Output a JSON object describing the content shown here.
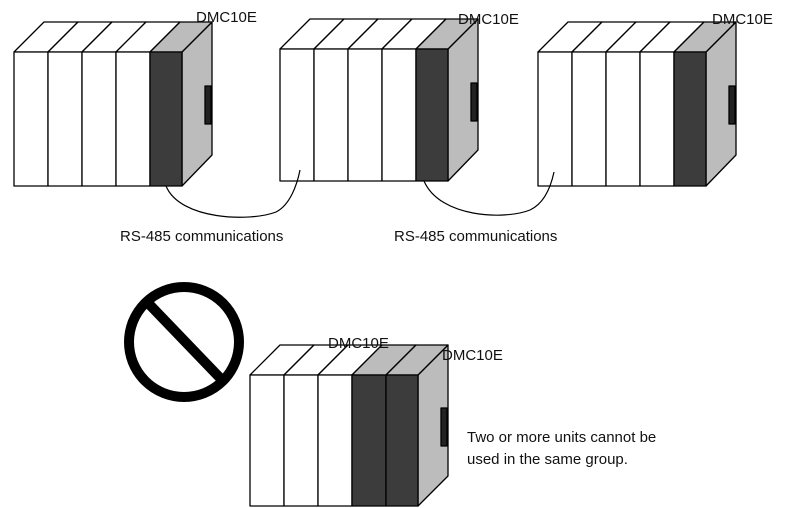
{
  "labels": {
    "group1_unit": "DMC10E",
    "group2_unit": "DMC10E",
    "group3_unit": "DMC10E",
    "comm_1": "RS-485 communications",
    "comm_2": "RS-485 communications",
    "bad_unit_a": "DMC10E",
    "bad_unit_b": "DMC10E",
    "note_line1": "Two or more units cannot be",
    "note_line2": "used in the same group."
  },
  "icons": {
    "prohibition": "prohibition-icon"
  },
  "colors": {
    "module_face": "#ffffff",
    "dmc_face": "#3c3c3c",
    "dmc_side": "#bcbcbc",
    "stroke": "#000000"
  }
}
